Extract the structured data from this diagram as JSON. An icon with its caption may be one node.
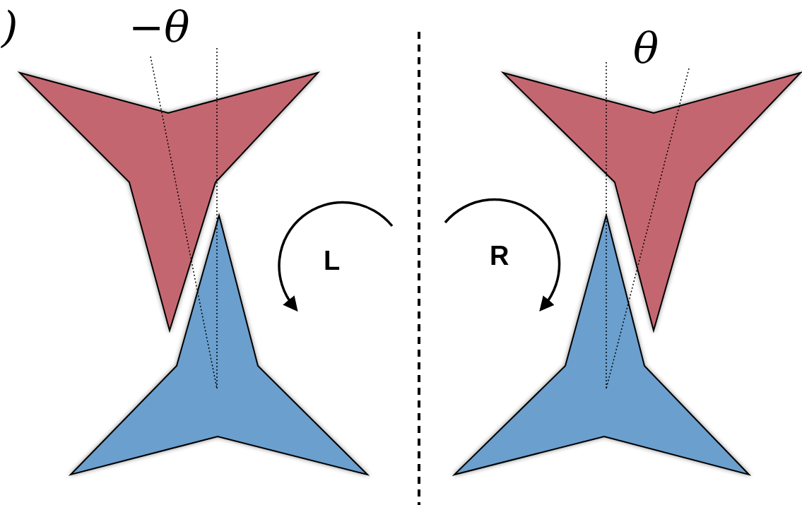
{
  "diagram": {
    "labels": [
      ")",
      "−θ",
      "L",
      "R",
      "θ"
    ]
  }
}
